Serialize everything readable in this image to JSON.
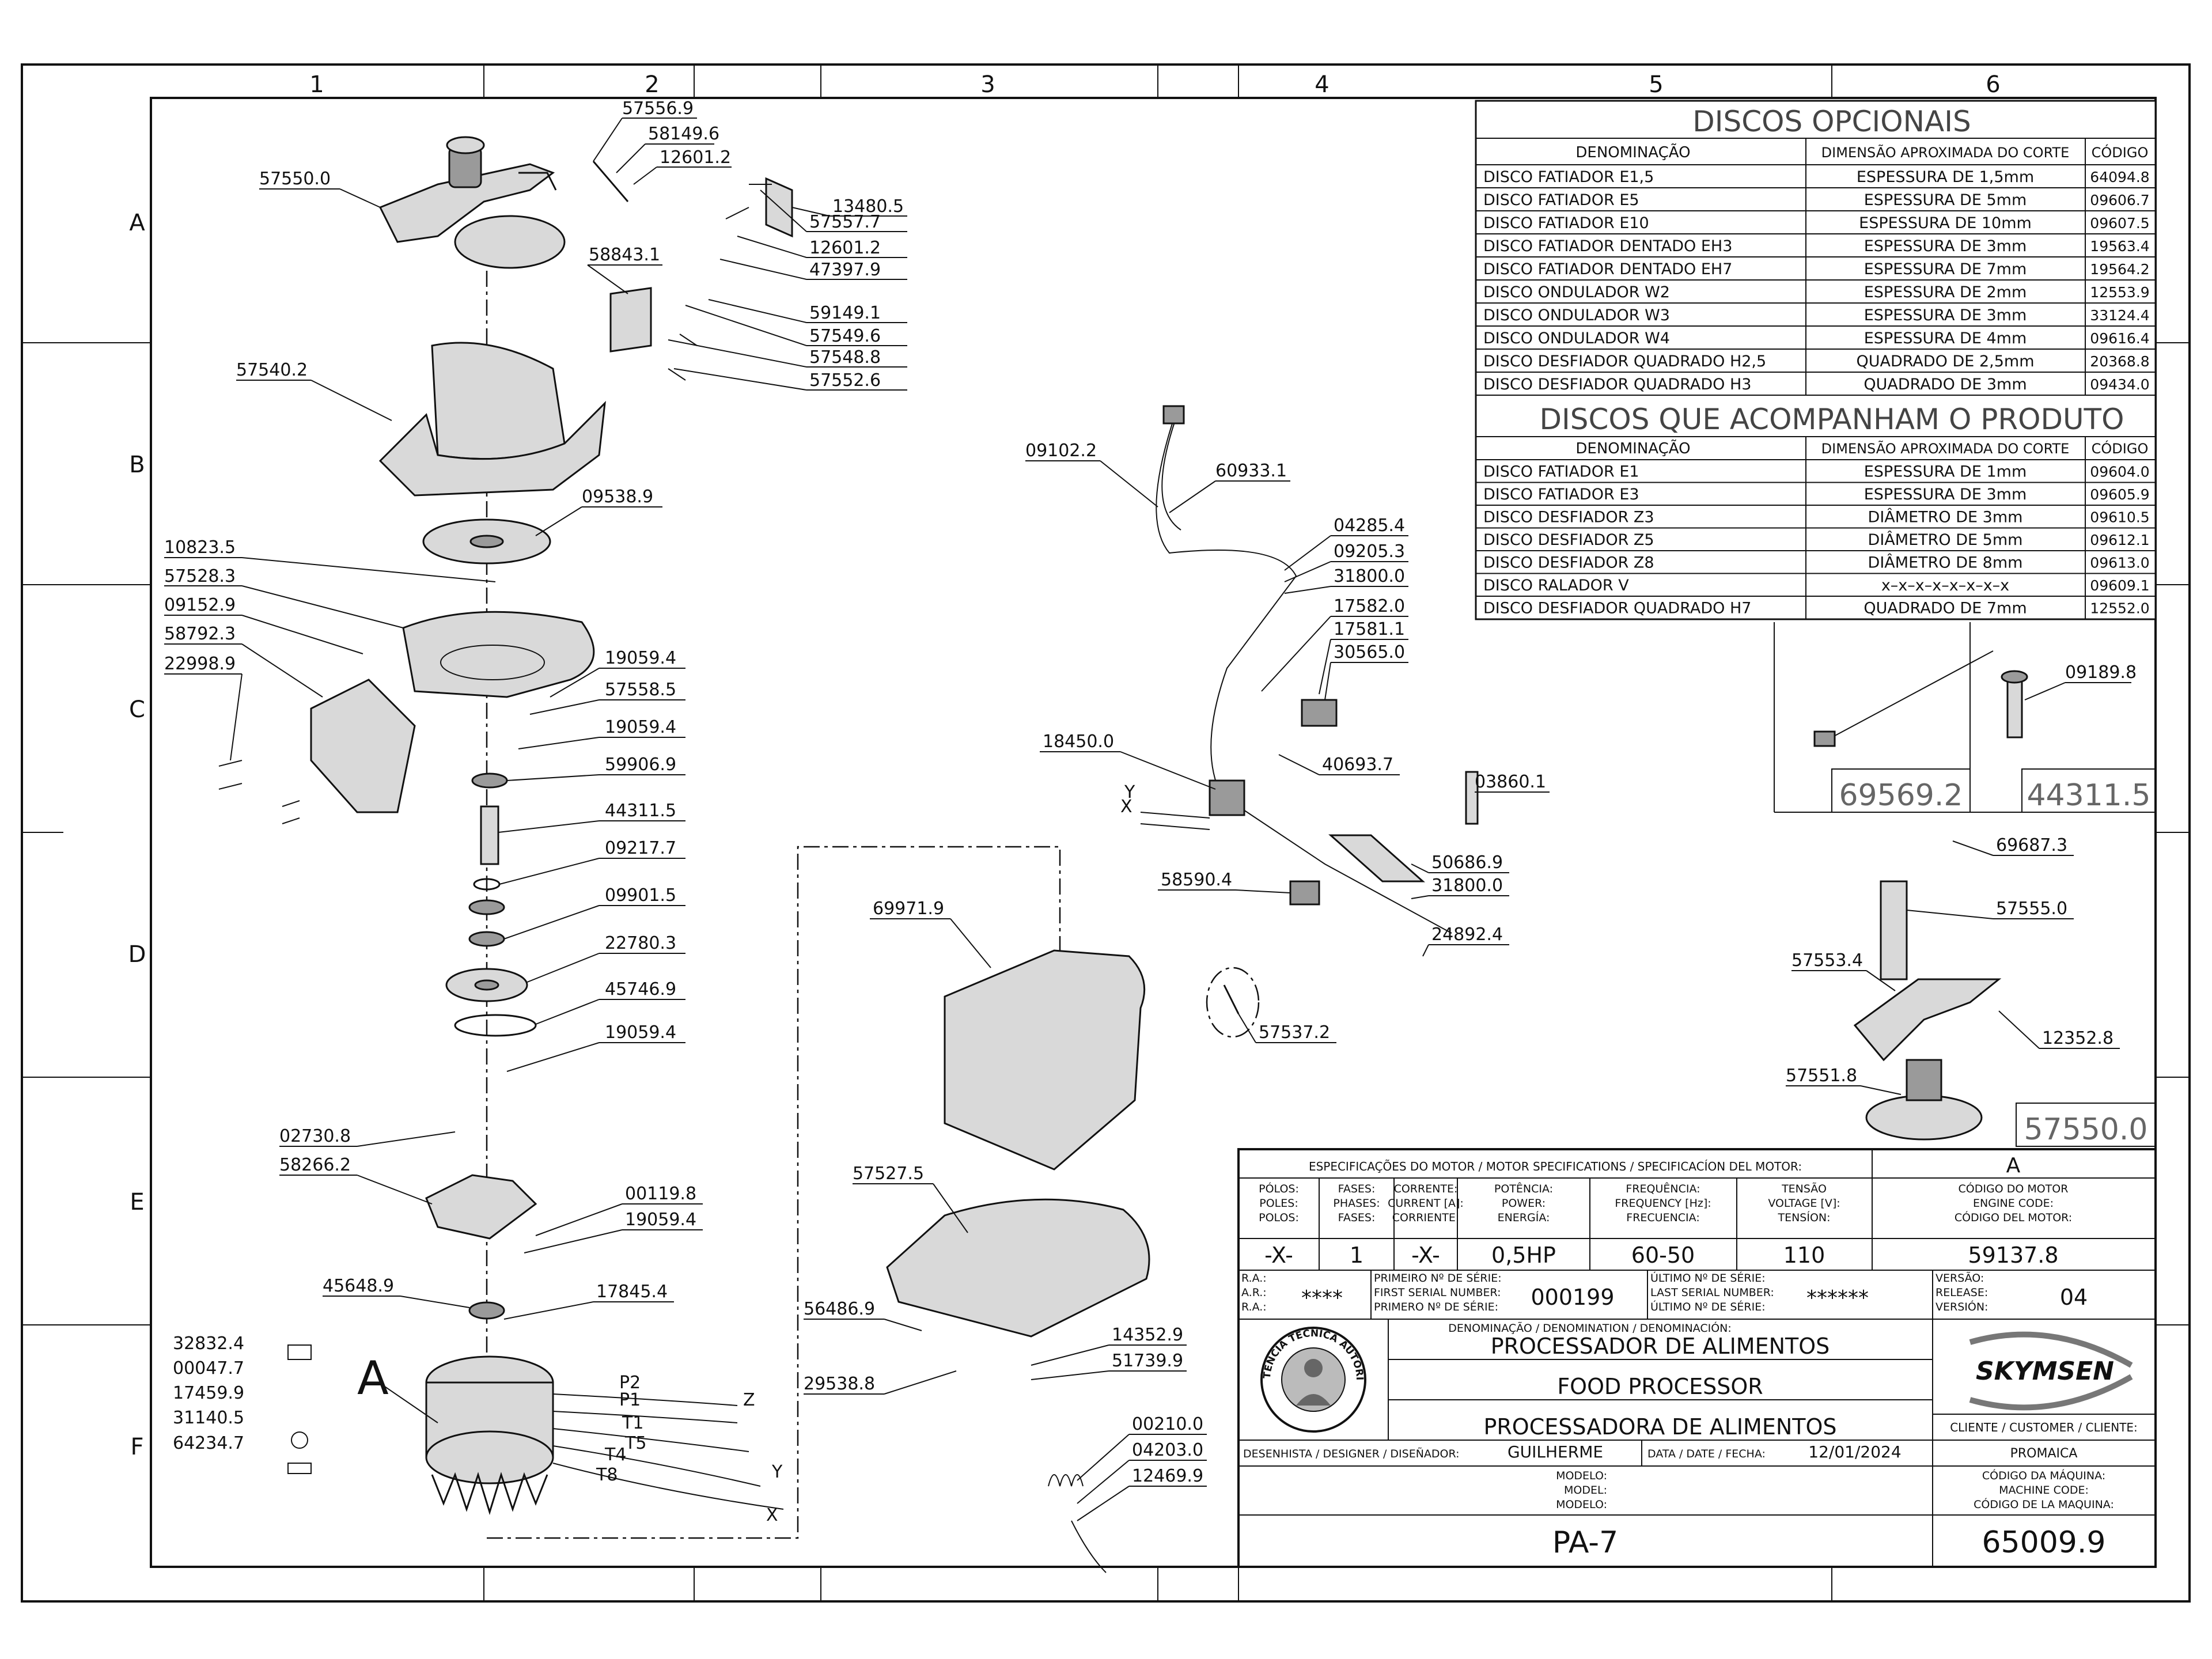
{
  "grid": {
    "columns": [
      "1",
      "2",
      "3",
      "4",
      "5",
      "6"
    ],
    "rows": [
      "A",
      "B",
      "C",
      "D",
      "E",
      "F"
    ]
  },
  "callouts": [
    "57556.9",
    "58149.6",
    "12601.2",
    "57550.0",
    "13480.5",
    "57557.7",
    "12601.2",
    "47397.9",
    "58843.1",
    "59149.1",
    "57549.6",
    "57548.8",
    "57552.6",
    "57540.2",
    "09538.9",
    "10823.5",
    "57528.3",
    "09152.9",
    "58792.3",
    "22998.9",
    "19059.4",
    "57558.5",
    "19059.4",
    "59906.9",
    "44311.5",
    "09217.7",
    "09901.5",
    "22780.3",
    "45746.9",
    "19059.4",
    "02730.8",
    "58266.2",
    "00119.8",
    "19059.4",
    "45648.9",
    "17845.4",
    "32832.4",
    "00047.7",
    "17459.9",
    "31140.5",
    "64234.7",
    "69971.9",
    "57537.2",
    "57527.5",
    "56486.9",
    "29538.8",
    "14352.9",
    "51739.9",
    "00210.0",
    "04203.0",
    "12469.9",
    "09102.2",
    "60933.1",
    "04285.4",
    "09205.3",
    "31800.0",
    "17582.0",
    "17581.1",
    "30565.0",
    "18450.0",
    "40693.7",
    "03860.1",
    "50686.9",
    "31800.0",
    "58590.4",
    "24892.4",
    "09189.8",
    "69687.3",
    "57555.0",
    "57553.4",
    "12352.8",
    "57551.8"
  ],
  "labels": {
    "motor_ref": "A",
    "wire_y1": "Y",
    "wire_x1": "X",
    "wire_z": "Z",
    "wire_y2": "Y",
    "wire_x2": "X",
    "p2": "P2",
    "p1": "P1",
    "t1": "T1",
    "t5": "T5",
    "t4": "T4",
    "t8": "T8"
  },
  "boxes": {
    "cord": "69569.2",
    "shaft": "44311.5",
    "detail": "57550.0"
  },
  "optional_discs": {
    "title": "DISCOS  OPCIONAIS",
    "headers": [
      "DENOMINAÇÃO",
      "DIMENSÃO APROXIMADA DO CORTE",
      "CÓDIGO"
    ],
    "rows": [
      [
        "DISCO  FATIADOR  E1,5",
        "ESPESSURA  DE  1,5mm",
        "64094.8"
      ],
      [
        "DISCO  FATIADOR  E5",
        "ESPESSURA  DE  5mm",
        "09606.7"
      ],
      [
        "DISCO  FATIADOR  E10",
        "ESPESSURA  DE  10mm",
        "09607.5"
      ],
      [
        "DISCO  FATIADOR  DENTADO  EH3",
        "ESPESSURA  DE  3mm",
        "19563.4"
      ],
      [
        "DISCO  FATIADOR  DENTADO  EH7",
        "ESPESSURA  DE  7mm",
        "19564.2"
      ],
      [
        "DISCO  ONDULADOR  W2",
        "ESPESSURA  DE  2mm",
        "12553.9"
      ],
      [
        "DISCO  ONDULADOR  W3",
        "ESPESSURA  DE  3mm",
        "33124.4"
      ],
      [
        "DISCO  ONDULADOR  W4",
        "ESPESSURA  DE  4mm",
        "09616.4"
      ],
      [
        "DISCO  DESFIADOR  QUADRADO  H2,5",
        "QUADRADO  DE  2,5mm",
        "20368.8"
      ],
      [
        "DISCO  DESFIADOR  QUADRADO  H3",
        "QUADRADO  DE  3mm",
        "09434.0"
      ]
    ]
  },
  "included_discs": {
    "title": "DISCOS  QUE  ACOMPANHAM  O  PRODUTO",
    "headers": [
      "DENOMINAÇÃO",
      "DIMENSÃO APROXIMADA DO CORTE",
      "CÓDIGO"
    ],
    "rows": [
      [
        "DISCO  FATIADOR  E1",
        "ESPESSURA  DE  1mm",
        "09604.0"
      ],
      [
        "DISCO  FATIADOR  E3",
        "ESPESSURA  DE  3mm",
        "09605.9"
      ],
      [
        "DISCO  DESFIADOR  Z3",
        "DIÂMETRO  DE  3mm",
        "09610.5"
      ],
      [
        "DISCO  DESFIADOR  Z5",
        "DIÂMETRO  DE  5mm",
        "09612.1"
      ],
      [
        "DISCO  DESFIADOR  Z8",
        "DIÂMETRO  DE  8mm",
        "09613.0"
      ],
      [
        "DISCO  RALADOR  V",
        "x–x–x–x–x–x–x–x",
        "09609.1"
      ],
      [
        "DISCO  DESFIADOR  QUADRADO  H7",
        "QUADRADO  DE  7mm",
        "12552.0"
      ]
    ]
  },
  "title_block": {
    "spec_header": "ESPECIFICAÇÕES DO MOTOR / MOTOR SPECIFICATIONS / SPECIFICACÍON DEL MOTOR:",
    "spec_ref": "A",
    "col_poles": [
      "PÓLOS:",
      "POLES:",
      "POLOS:"
    ],
    "col_phases": [
      "FASES:",
      "PHASES:",
      "FASES:"
    ],
    "col_current": [
      "CORRENTE:",
      "CURRENT [A]:",
      "CORRIENTE:"
    ],
    "col_power": [
      "POTÊNCIA:",
      "POWER:",
      "ENERGÍA:"
    ],
    "col_freq": [
      "FREQUÊNCIA:",
      "FREQUENCY [Hz]:",
      "FRECUENCIA:"
    ],
    "col_voltage": [
      "TENSÃO",
      "VOLTAGE [V]:",
      "TENSÍON:"
    ],
    "col_engine": [
      "CÓDIGO DO MOTOR",
      "ENGINE CODE:",
      "CÓDIGO DEL MOTOR:"
    ],
    "val_poles": "-X-",
    "val_phases": "1",
    "val_current": "-X-",
    "val_power": "0,5HP",
    "val_freq": "60-50",
    "val_voltage": "110",
    "val_engine": "59137.8",
    "ra": [
      "R.A.:",
      "A.R.:",
      "R.A.:"
    ],
    "ra_value": "****",
    "first_serial": [
      "PRIMEIRO Nº DE SÉRIE:",
      "FIRST SERIAL NUMBER:",
      "PRIMERO Nº DE SÉRIE:"
    ],
    "first_serial_value": "000199",
    "last_serial": [
      "ÚLTIMO Nº DE SÉRIE:",
      "LAST SERIAL NUMBER:",
      "ÚLTIMO Nº DE SÉRIE:"
    ],
    "last_serial_value": "******",
    "version": [
      "VERSÃO:",
      "RELEASE:",
      "VERSIÓN:"
    ],
    "version_value": "04",
    "denomination_header": "DENOMINAÇÃO / DENOMINATION / DENOMINACIÓN:",
    "name_pt": "PROCESSADOR DE ALIMENTOS",
    "name_en": "FOOD PROCESSOR",
    "name_es": "PROCESSADORA DE ALIMENTOS",
    "seal_text": "ASSISTÊNCIA TÉCNICA AUTORIZADA",
    "brand": "SKYMSEN",
    "client_label": "CLIENTE / CUSTOMER / CLIENTE:",
    "client_value": "PROMAICA",
    "designer_label": "DESENHISTA / DESIGNER / DISEÑADOR:",
    "designer_value": "GUILHERME",
    "date_label": "DATA / DATE / FECHA:",
    "date_value": "12/01/2024",
    "model_label": [
      "MODELO:",
      "MODEL:",
      "MODELO:"
    ],
    "machine_code_label": [
      "CÓDIGO DA MÁQUINA:",
      "MACHINE CODE:",
      "CÓDIGO DE LA MAQUINA:"
    ],
    "model_value": "PA-7",
    "machine_code_value": "65009.9"
  }
}
